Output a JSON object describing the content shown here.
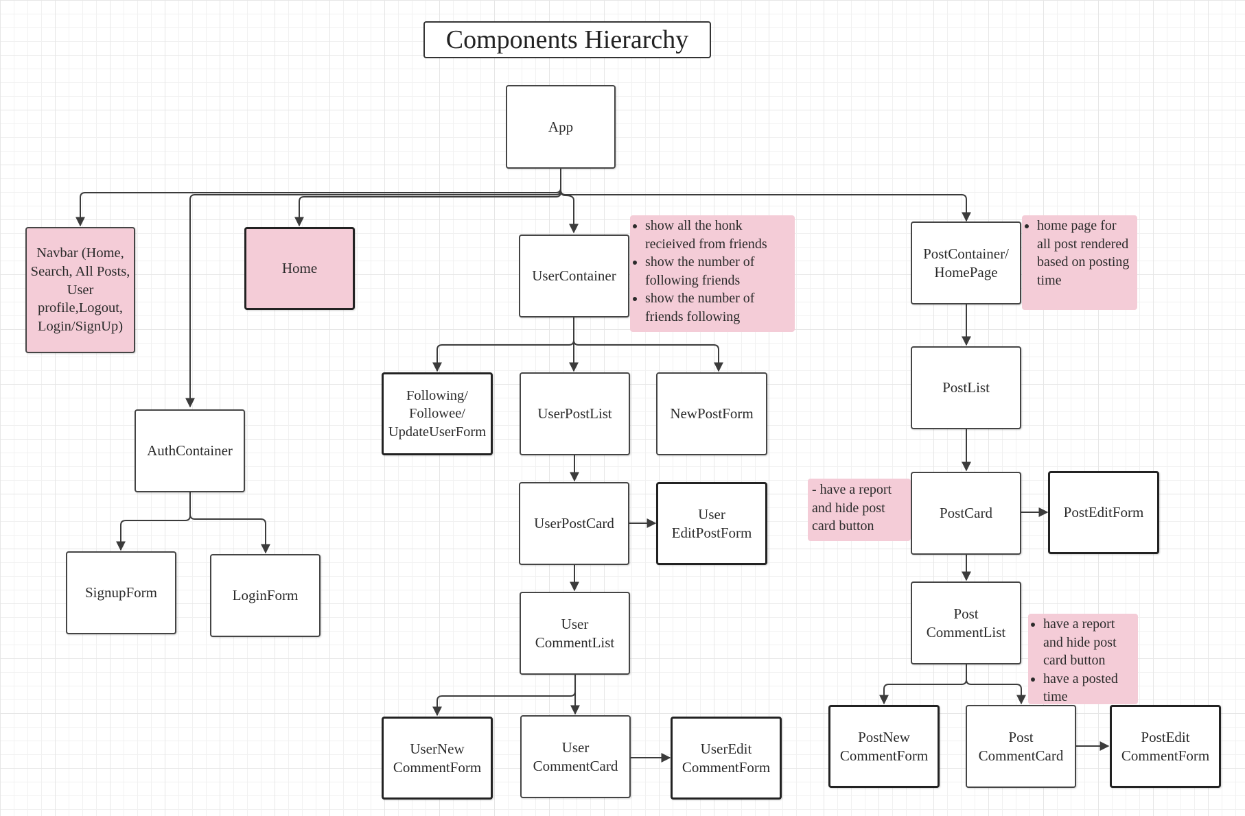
{
  "title": "Components Hierarchy",
  "nodes": {
    "app": "App",
    "navbar": "Navbar (Home, Search, All Posts, User profile,Logout, Login/SignUp)",
    "home": "Home",
    "user_container": "UserContainer",
    "post_container": "PostContainer/ HomePage",
    "auth_container": "AuthContainer",
    "signup_form": "SignupForm",
    "login_form": "LoginForm",
    "following_form": "Following/ Followee/ UpdateUserForm",
    "user_post_list": "UserPostList",
    "new_post_form": "NewPostForm",
    "user_post_card": "UserPostCard",
    "user_edit_post_form": "User EditPostForm",
    "user_comment_list": "User CommentList",
    "user_new_comment_form": "UserNew CommentForm",
    "user_comment_card": "User CommentCard",
    "user_edit_comment_form": "UserEdit CommentForm",
    "post_list": "PostList",
    "post_card": "PostCard",
    "post_edit_form": "PostEditForm",
    "post_comment_list": "Post CommentList",
    "post_new_comment_form": "PostNew CommentForm",
    "post_comment_card": "Post CommentCard",
    "post_edit_comment_form": "PostEdit CommentForm"
  },
  "notes": {
    "user_container": [
      "show all the honk recieived from friends",
      "show the number of following friends",
      "show the number of friends following"
    ],
    "post_container": [
      "home page for all post rendered based on posting time"
    ],
    "post_card": "- have a report and hide post card button",
    "post_comment_list": [
      "have a report and hide post card button",
      "have a posted time"
    ]
  },
  "colors": {
    "note_fill": "#f4ccd7",
    "box_border": "#444444",
    "connector": "#3b3b3b"
  }
}
